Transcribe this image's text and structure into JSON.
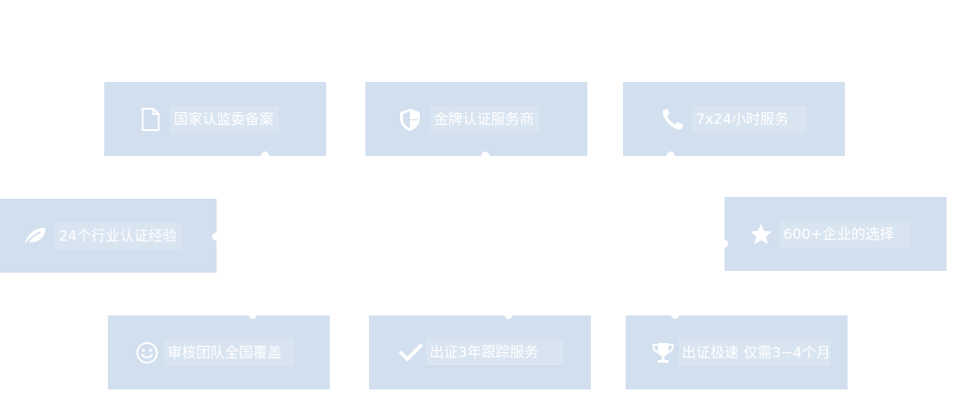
{
  "colors": {
    "card_background": "#d2dfee",
    "label_background": "#d9e4f1",
    "text": "#ffffff"
  },
  "features": [
    {
      "icon": "document-icon",
      "label": "国家认监委备案"
    },
    {
      "icon": "shield-icon",
      "label": "金牌认证服务商"
    },
    {
      "icon": "phone-icon",
      "label": "7x24小时服务"
    },
    {
      "icon": "leaf-icon",
      "label": "24个行业认证经验"
    },
    {
      "icon": "star-icon",
      "label": "600+企业的选择"
    },
    {
      "icon": "smiley-icon",
      "label": "审核团队全国覆盖"
    },
    {
      "icon": "checkmark-icon",
      "label": "出证3年跟踪服务"
    },
    {
      "icon": "trophy-icon",
      "label": "出证极速 仅需3~4个月"
    }
  ]
}
